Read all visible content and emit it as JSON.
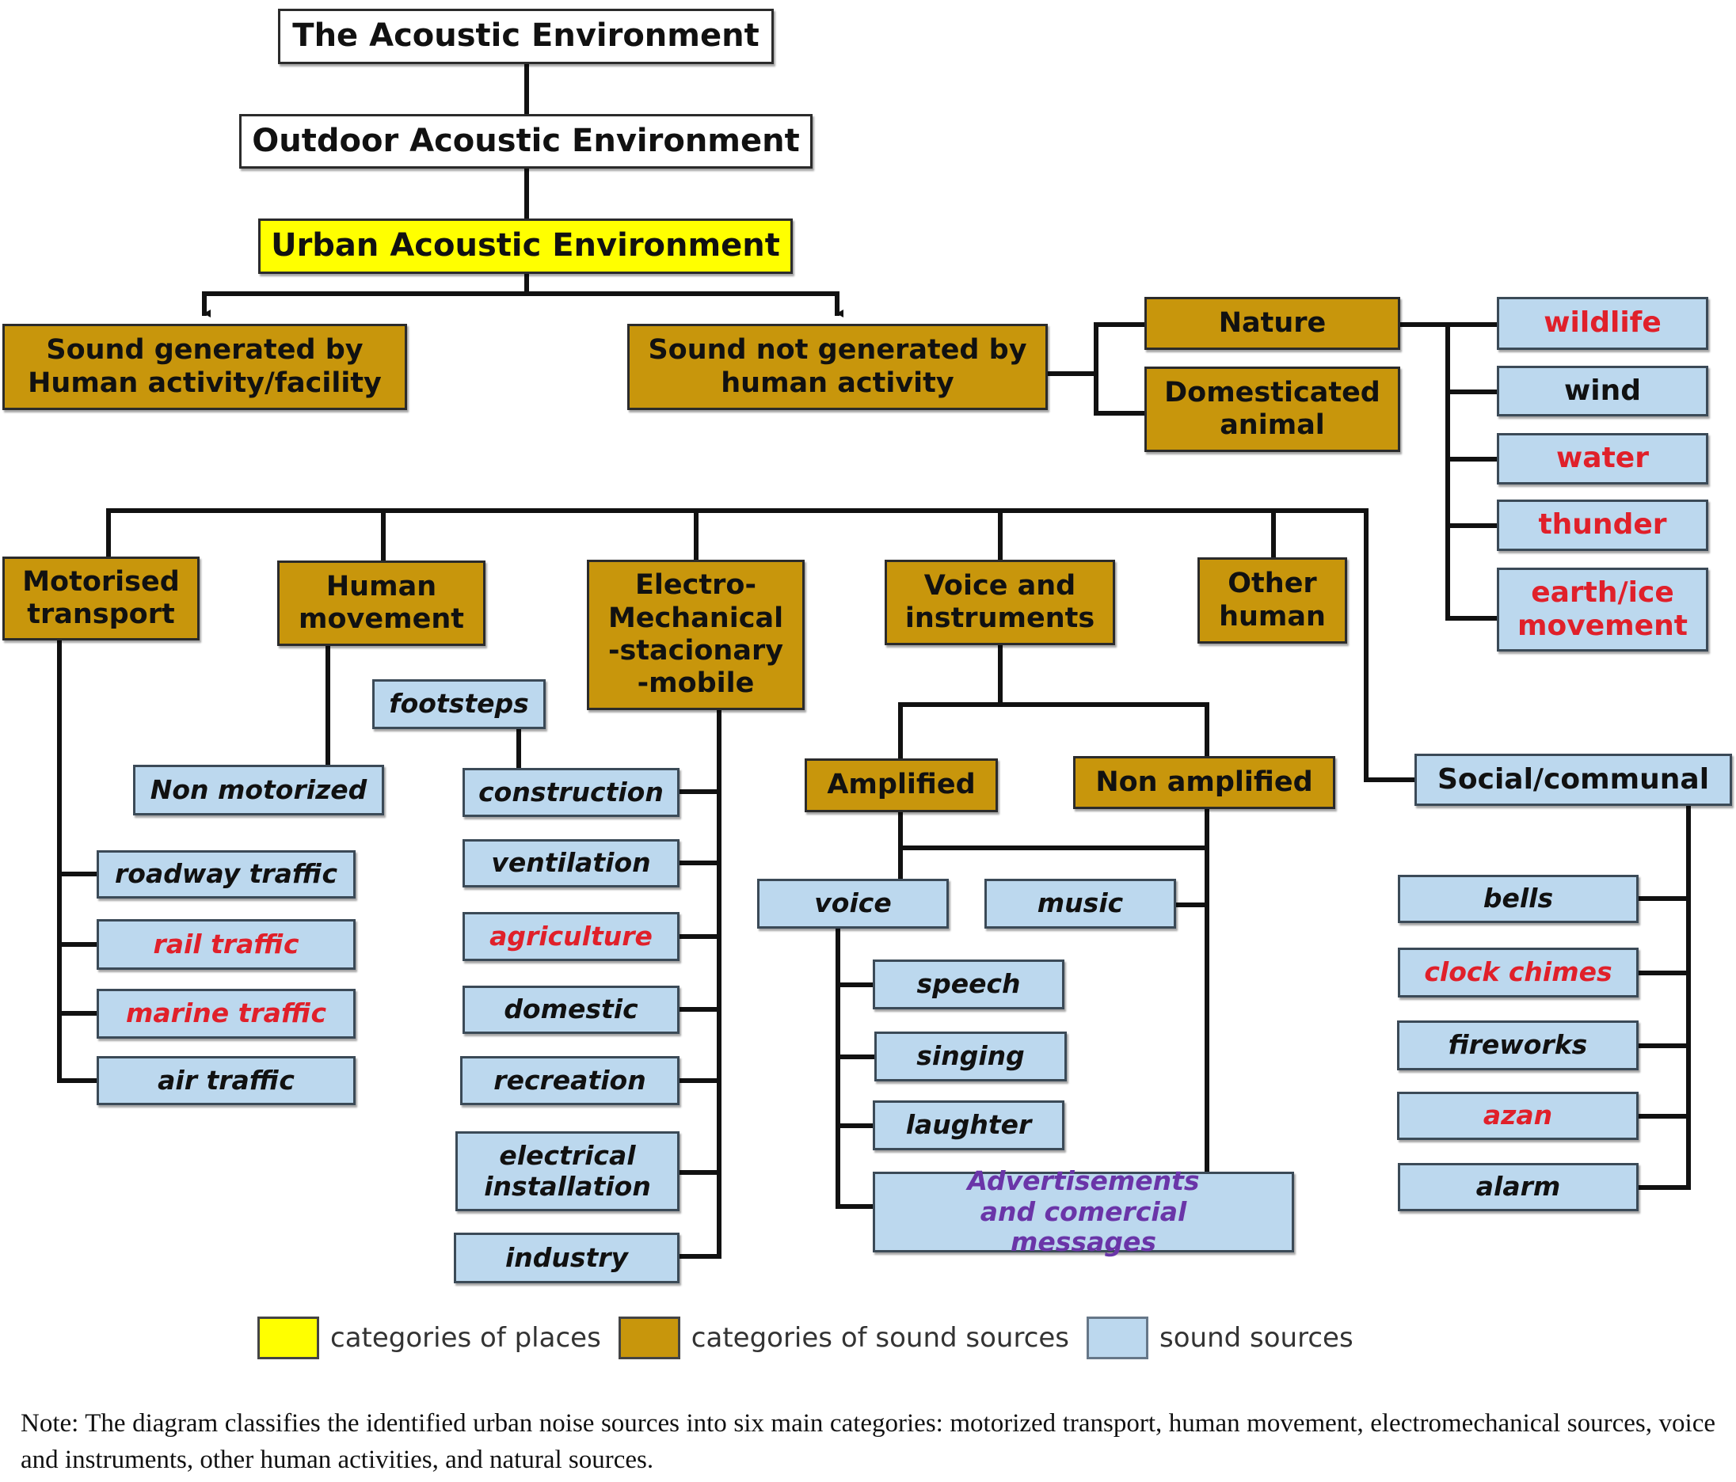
{
  "hierarchy": {
    "level1": "The Acoustic Environment",
    "level2": "Outdoor Acoustic Environment",
    "level3": "Urban Acoustic Environment"
  },
  "branches": {
    "human": "Sound generated by Human activity/facility",
    "non_human": "Sound not generated by human activity"
  },
  "non_human_categories": {
    "nature": "Nature",
    "domesticated": "Domesticated animal",
    "nature_sources": [
      {
        "label": "wildlife",
        "highlight": "red"
      },
      {
        "label": "wind",
        "highlight": "none"
      },
      {
        "label": "water",
        "highlight": "red"
      },
      {
        "label": "thunder",
        "highlight": "red"
      },
      {
        "label": "earth/ice movement",
        "highlight": "red"
      }
    ]
  },
  "human_categories": {
    "motorised": {
      "label": "Motorised transport",
      "sources": [
        {
          "label": "roadway traffic",
          "highlight": "none"
        },
        {
          "label": "rail traffic",
          "highlight": "red"
        },
        {
          "label": "marine traffic",
          "highlight": "red"
        },
        {
          "label": "air traffic",
          "highlight": "none"
        }
      ]
    },
    "movement": {
      "label": "Human movement",
      "sources": [
        {
          "label": "Non motorized",
          "highlight": "none"
        },
        {
          "label": "footsteps",
          "highlight": "none"
        }
      ]
    },
    "electro": {
      "label": "Electro- Mechanical -stacionary -mobile",
      "sources": [
        {
          "label": "construction",
          "highlight": "none"
        },
        {
          "label": "ventilation",
          "highlight": "none"
        },
        {
          "label": "agriculture",
          "highlight": "red"
        },
        {
          "label": "domestic",
          "highlight": "none"
        },
        {
          "label": "recreation",
          "highlight": "none"
        },
        {
          "label": "electrical installation",
          "highlight": "none"
        },
        {
          "label": "industry",
          "highlight": "none"
        }
      ]
    },
    "voice": {
      "label": "Voice and instruments",
      "amplified": "Amplified",
      "non_amplified": "Non amplified",
      "voice_label": "voice",
      "music_label": "music",
      "voice_sources": [
        {
          "label": "speech",
          "highlight": "none"
        },
        {
          "label": "singing",
          "highlight": "none"
        },
        {
          "label": "laughter",
          "highlight": "none"
        },
        {
          "label": "Advertisements and comercial messages",
          "highlight": "purple"
        }
      ]
    },
    "other": {
      "label": "Other human",
      "social": "Social/communal",
      "sources": [
        {
          "label": "bells",
          "highlight": "none"
        },
        {
          "label": "clock chimes",
          "highlight": "red"
        },
        {
          "label": "fireworks",
          "highlight": "none"
        },
        {
          "label": "azan",
          "highlight": "red"
        },
        {
          "label": "alarm",
          "highlight": "none"
        }
      ]
    }
  },
  "legend": [
    {
      "label": "categories of places",
      "color": "#ffff00"
    },
    {
      "label": "categories of sound sources",
      "color": "#c8960c"
    },
    {
      "label": "sound sources",
      "color": "#bcd8ee"
    }
  ],
  "colors": {
    "place": "#ffff00",
    "category": "#c8960c",
    "source": "#bcd8ee",
    "highlight_red": "#e0202a",
    "highlight_purple": "#6a35a8"
  },
  "note": "Note: The diagram classifies the identified urban noise sources into six main categories: motorized transport, human movement, electromechanical sources, voice and instruments, other human activities, and natural sources."
}
